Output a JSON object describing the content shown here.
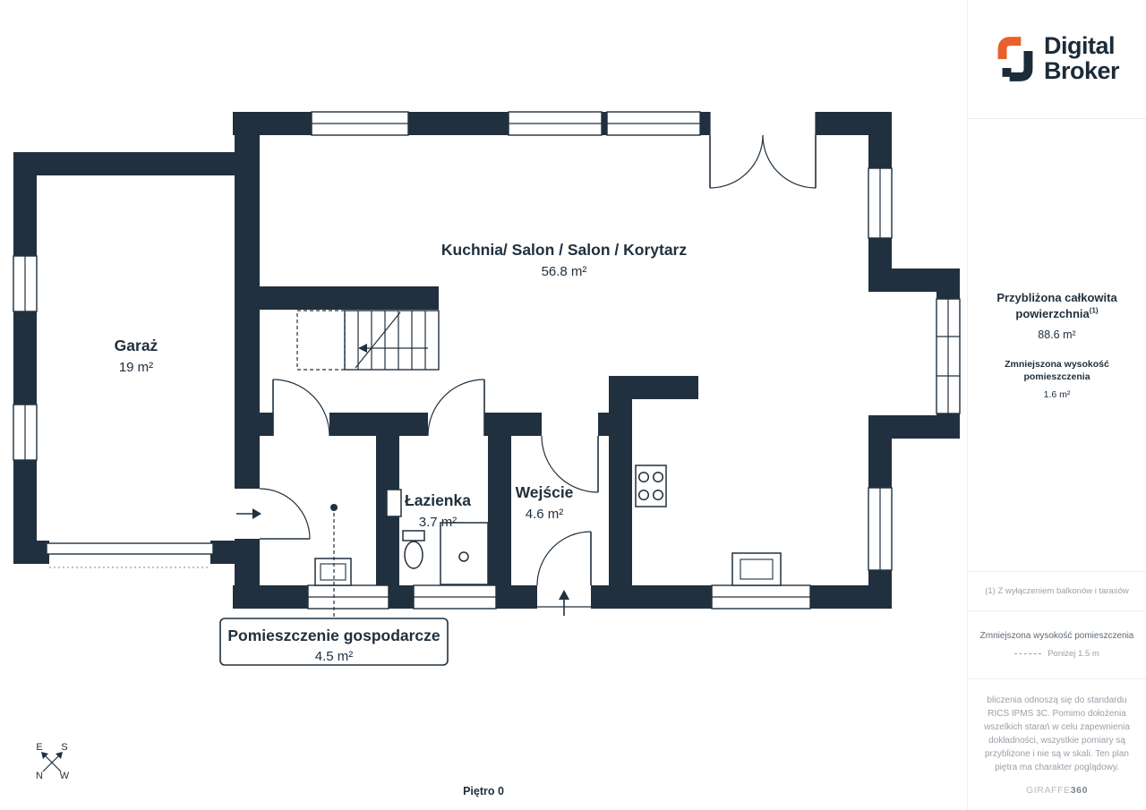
{
  "page": {
    "floor_label": "Piętro 0"
  },
  "logo": {
    "word1": "Digital",
    "word2": "Broker"
  },
  "plan": {
    "rooms": {
      "main": {
        "name": "Kuchnia/ Salon / Salon / Korytarz",
        "area": "56.8 m²"
      },
      "garage": {
        "name": "Garaż",
        "area": "19 m²"
      },
      "bathroom": {
        "name": "Łazienka",
        "area": "3.7 m²"
      },
      "entrance": {
        "name": "Wejście",
        "area": "4.6 m²"
      },
      "utility": {
        "name": "Pomieszczenie gospodarcze",
        "area": "4.5 m²"
      }
    },
    "compass": {
      "e": "E",
      "s": "S",
      "n": "N",
      "w": "W"
    }
  },
  "sidebar": {
    "total_area_label": "Przybliżona całkowita powierzchnia",
    "total_area_footnote_marker": "(1)",
    "total_area_value": "88.6 m²",
    "reduced_height_label": "Zmniejszona wysokość pomieszczenia",
    "reduced_height_value": "1.6 m²",
    "footnote": "(1) Z wyłączeniem balkonów i tarasów",
    "legend_title": "Zmniejszona wysokość pomieszczenia",
    "legend_value": "Poniżej 1.5 m",
    "disclaimer": "bliczenia odnoszą się do standardu RICS IPMS 3C. Pomimo dołożenia wszelkich starań w celu zapewnienia dokładności, wszystkie pomiary są przybliżone i nie są w skali. Ten plan piętra ma charakter poglądowy.",
    "brand_name": "GIRAFFE",
    "brand_number": "360"
  },
  "colors": {
    "wall": "#20303e",
    "accent_orange": "#e8612c"
  }
}
